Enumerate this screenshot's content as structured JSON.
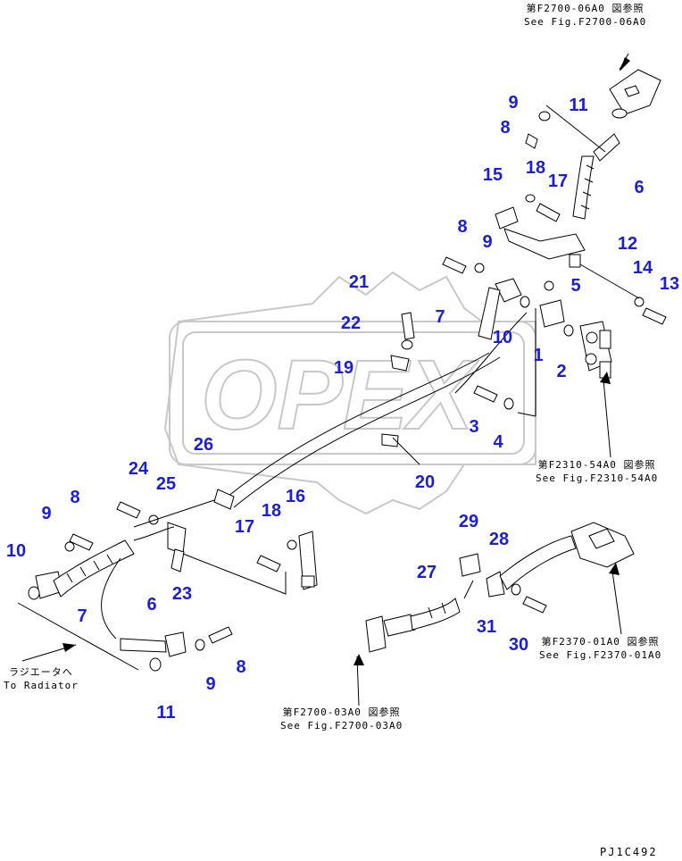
{
  "watermark": "OPEX",
  "drawing_code": "PJ1C492",
  "references": [
    {
      "id": "ref-f2700-06a0",
      "jp": "第F2700-06A0 図参照",
      "en": "See Fig.F2700-06A0"
    },
    {
      "id": "ref-f2310-54a0",
      "jp": "第F2310-54A0 図参照",
      "en": "See Fig.F2310-54A0"
    },
    {
      "id": "ref-f2370-01a0",
      "jp": "第F2370-01A0 図参照",
      "en": "See Fig.F2370-01A0"
    },
    {
      "id": "ref-f2700-03a0",
      "jp": "第F2700-03A0 図参照",
      "en": "See Fig.F2700-03A0"
    },
    {
      "id": "ref-radiator",
      "jp": "ラジエータへ",
      "en": "To Radiator"
    }
  ],
  "callouts": [
    "9",
    "11",
    "8",
    "6",
    "15",
    "18",
    "17",
    "8",
    "9",
    "12",
    "14",
    "13",
    "21",
    "5",
    "22",
    "7",
    "10",
    "19",
    "1",
    "2",
    "3",
    "4",
    "20",
    "24",
    "26",
    "25",
    "8",
    "16",
    "9",
    "18",
    "17",
    "10",
    "23",
    "7",
    "6",
    "8",
    "9",
    "11",
    "29",
    "28",
    "27",
    "31",
    "30"
  ]
}
